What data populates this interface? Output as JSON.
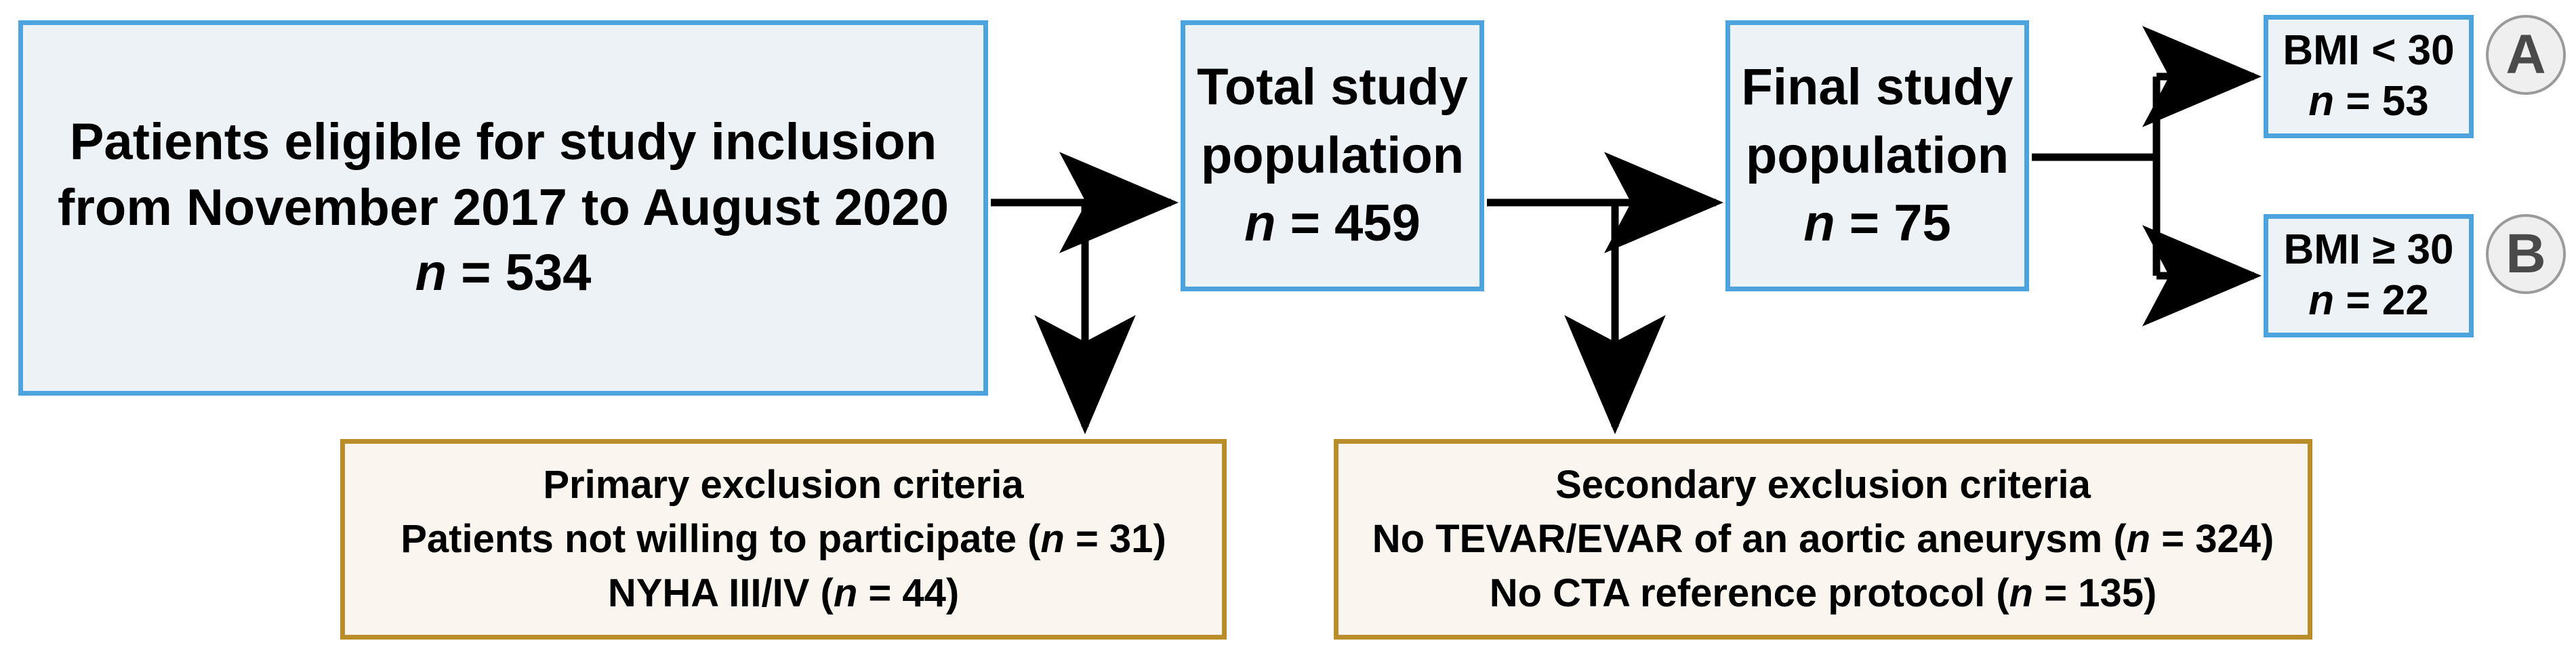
{
  "diagram": {
    "title": "Study population flowchart",
    "colors": {
      "blue_border": "#4da3dd",
      "blue_fill": "#edf2f7",
      "beige_border": "#b88d2a",
      "beige_fill": "#faf5ee",
      "badge_fill": "#efefef",
      "badge_border": "#9a9a9a",
      "badge_text": "#4a4a4a",
      "connector": "#000000",
      "background": "#ffffff"
    },
    "nodes": {
      "eligible": {
        "line1": "Patients eligible for study inclusion",
        "line2": "from November 2017 to August 2020",
        "n_symbol": "n",
        "n_eq": " = 534"
      },
      "total_population": {
        "line1": "Total study",
        "line2": "population",
        "n_symbol": "n",
        "n_eq": " = 459"
      },
      "final_population": {
        "line1": "Final study",
        "line2": "population",
        "n_symbol": "n",
        "n_eq": " = 75"
      },
      "bmi_low": {
        "line1": "BMI < 30",
        "n_symbol": "n",
        "n_eq": " = 53",
        "badge": "A"
      },
      "bmi_high": {
        "line1": "BMI ≥ 30",
        "n_symbol": "n",
        "n_eq": " = 22",
        "badge": "B"
      },
      "primary_exclusion": {
        "heading": "Primary exclusion criteria",
        "item1_pre": "Patients not willing to participate (",
        "item1_sym": "n",
        "item1_post": " = 31)",
        "item2_pre": "NYHA III/IV (",
        "item2_sym": "n",
        "item2_post": " = 44)"
      },
      "secondary_exclusion": {
        "heading": "Secondary exclusion criteria",
        "item1_pre": "No TEVAR/EVAR of an aortic aneurysm (",
        "item1_sym": "n",
        "item1_post": " = 324)",
        "item2_pre": "No CTA reference protocol (",
        "item2_sym": "n",
        "item2_post": " = 135)"
      }
    },
    "connectors": [
      {
        "name": "eligible-to-total",
        "from": "eligible",
        "to": "total_population",
        "kind": "arrow-right"
      },
      {
        "name": "eligible-to-primary-exclusion",
        "from": "eligible",
        "to": "primary_exclusion",
        "kind": "arrow-down"
      },
      {
        "name": "total-to-final",
        "from": "total_population",
        "to": "final_population",
        "kind": "arrow-right"
      },
      {
        "name": "total-to-secondary-exclusion",
        "from": "total_population",
        "to": "secondary_exclusion",
        "kind": "arrow-down"
      },
      {
        "name": "final-to-bmi-low",
        "from": "final_population",
        "to": "bmi_low",
        "kind": "arrow-branch-up"
      },
      {
        "name": "final-to-bmi-high",
        "from": "final_population",
        "to": "bmi_high",
        "kind": "arrow-branch-down"
      }
    ]
  }
}
